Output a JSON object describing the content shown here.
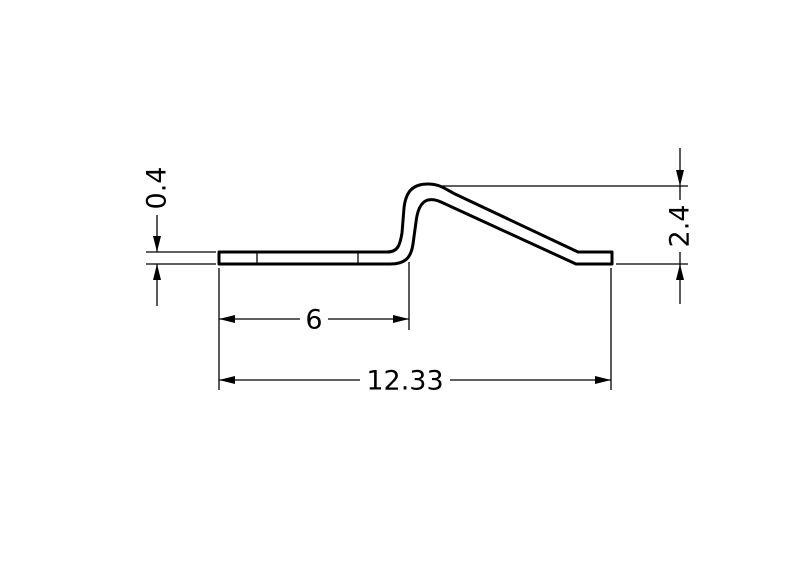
{
  "dimensions": {
    "thickness": "0.4",
    "offset_height": "2.4",
    "flat_length": "6",
    "overall_length": "12.33"
  }
}
